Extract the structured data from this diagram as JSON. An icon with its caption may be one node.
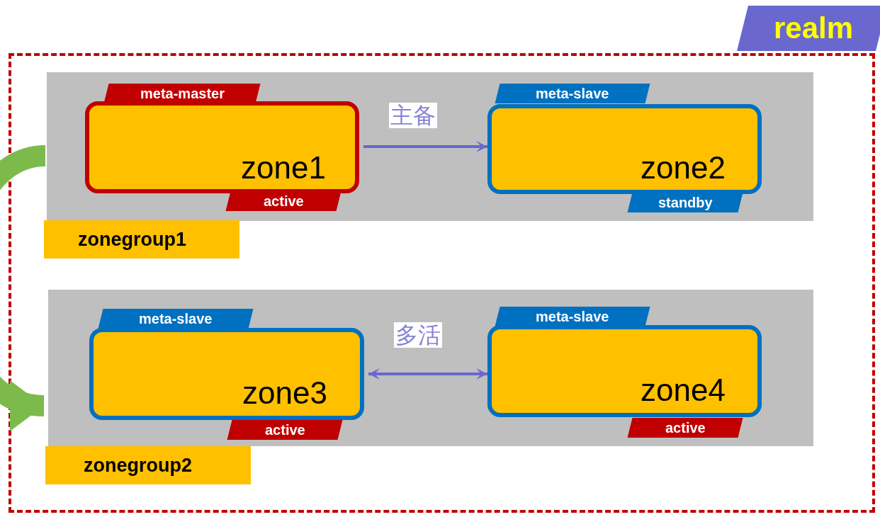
{
  "diagram": {
    "nodes": [
      {
        "text": [
          "realm"
        ]
      },
      {
        "text": [
          "zonegroup1"
        ],
        "in": 0
      },
      {
        "text": [
          "meta-master",
          "zone1",
          "active"
        ],
        "in": 1
      },
      {
        "text": [
          "meta-slave",
          "zone2",
          "standby"
        ],
        "in": 1
      },
      {
        "text": [
          "zonegroup2"
        ],
        "in": 0
      },
      {
        "text": [
          "meta-slave",
          "zone3",
          "active"
        ],
        "in": 4
      },
      {
        "text": [
          "meta-slave",
          "zone4",
          "active"
        ],
        "in": 4
      }
    ],
    "edges": [
      {
        "from": 2,
        "to": 3,
        "arrow": "to",
        "label": "主备"
      },
      {
        "from": 5,
        "to": 6,
        "arrow": "both",
        "label": "多活"
      },
      {
        "from": 1,
        "to": 4,
        "arrow": "to",
        "style": "thick",
        "color": "#7dba4c"
      }
    ]
  }
}
